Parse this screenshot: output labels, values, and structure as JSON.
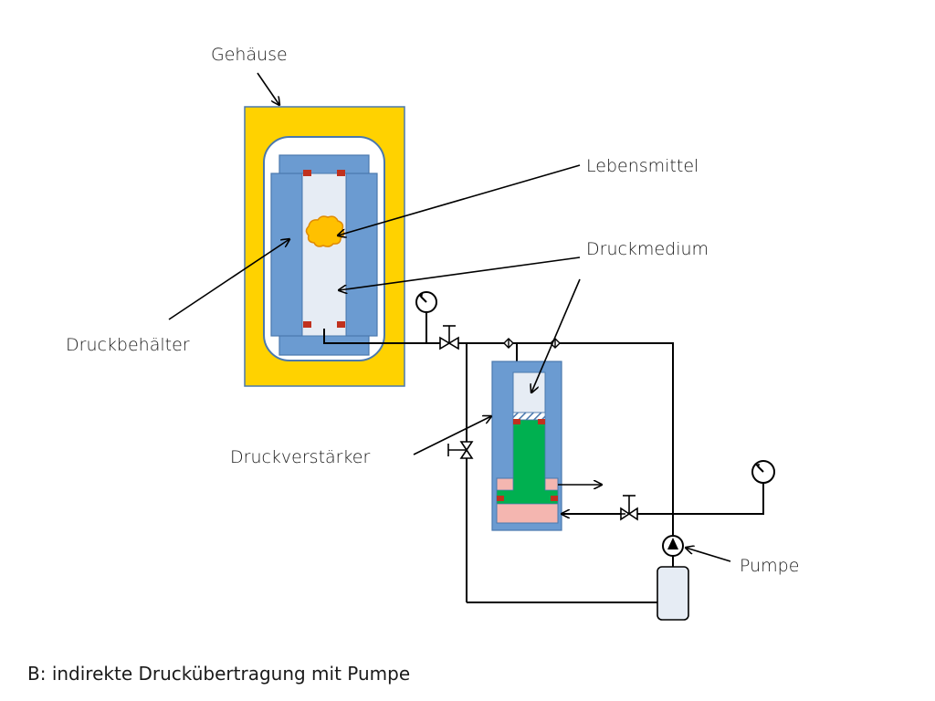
{
  "labels": {
    "gehaeuse": "Gehäuse",
    "lebensmittel": "Lebensmittel",
    "druckmedium": "Druckmedium",
    "druckbehaelter": "Druckbehälter",
    "druckverstaerker": "Druckverstärker",
    "pumpe": "Pumpe"
  },
  "caption": "B: indirekte Druckübertragung mit Pumpe",
  "colors": {
    "housing": "#ffd200",
    "vessel_steel": "#6b9bd1",
    "vessel_border": "#4a78ad",
    "medium": "#e6ecf4",
    "food": "#ffc000",
    "seal": "#c0311e",
    "piston": "#00b050",
    "oil": "#f4b6b0"
  }
}
